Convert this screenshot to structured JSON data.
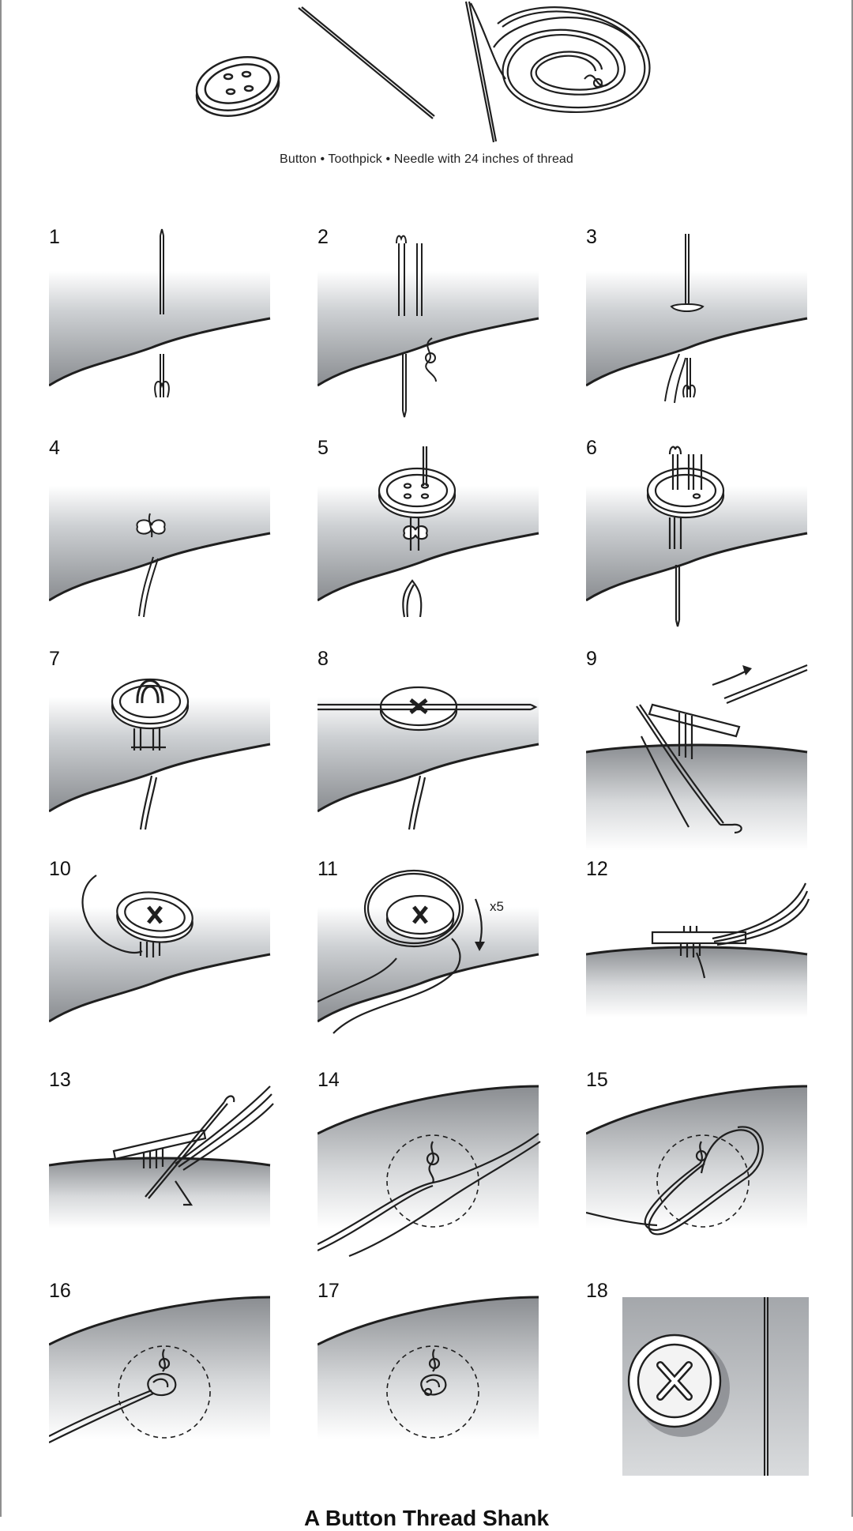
{
  "supplies": {
    "caption": "Button • Toothpick • Needle with 24 inches of thread",
    "items": [
      "button-icon",
      "toothpick-icon",
      "needle-thread-icon"
    ]
  },
  "steps": [
    {
      "number": "1",
      "scene": "needle-through-fabric"
    },
    {
      "number": "2",
      "scene": "thread-knot-below"
    },
    {
      "number": "3",
      "scene": "small-stitch-top"
    },
    {
      "number": "4",
      "scene": "stitch-anchor"
    },
    {
      "number": "5",
      "scene": "button-placed"
    },
    {
      "number": "6",
      "scene": "needle-down-hole"
    },
    {
      "number": "7",
      "scene": "cross-stitches"
    },
    {
      "number": "8",
      "scene": "toothpick-under-x"
    },
    {
      "number": "9",
      "scene": "remove-toothpick"
    },
    {
      "number": "10",
      "scene": "wrap-shank"
    },
    {
      "number": "11",
      "scene": "wrap-five-times",
      "label": "x5"
    },
    {
      "number": "12",
      "scene": "shank-side-view"
    },
    {
      "number": "13",
      "scene": "needle-through-shank"
    },
    {
      "number": "14",
      "scene": "knot-loop-start"
    },
    {
      "number": "15",
      "scene": "figure-eight-loop"
    },
    {
      "number": "16",
      "scene": "tighten-knot"
    },
    {
      "number": "17",
      "scene": "finished-knot"
    },
    {
      "number": "18",
      "scene": "sewn-button"
    }
  ],
  "footer": {
    "title": "A Button Thread Shank"
  },
  "colors": {
    "fabric_top": "#8a8d91",
    "fabric_bottom": "#ffffff",
    "line": "#1f1f1f",
    "frame": "#8f8f8f"
  }
}
